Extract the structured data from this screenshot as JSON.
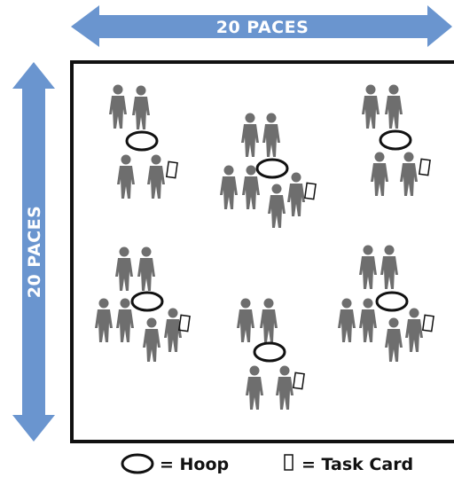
{
  "arrows": {
    "horizontal_label": "20 PACES",
    "vertical_label": "20 PACES",
    "color": "#6a95cf"
  },
  "field": {
    "border_color": "#111111",
    "figure_color": "#6e6e6e"
  },
  "legend": {
    "hoop_label": "= Hoop",
    "task_card_label": "= Task Card"
  },
  "groups": [
    {
      "id": "top-left",
      "students": 4,
      "task_cards": 1
    },
    {
      "id": "top-center",
      "students": 6,
      "task_cards": 1
    },
    {
      "id": "top-right",
      "students": 4,
      "task_cards": 1
    },
    {
      "id": "bottom-left",
      "students": 6,
      "task_cards": 1
    },
    {
      "id": "bottom-center",
      "students": 4,
      "task_cards": 1
    },
    {
      "id": "bottom-right",
      "students": 6,
      "task_cards": 1
    }
  ]
}
